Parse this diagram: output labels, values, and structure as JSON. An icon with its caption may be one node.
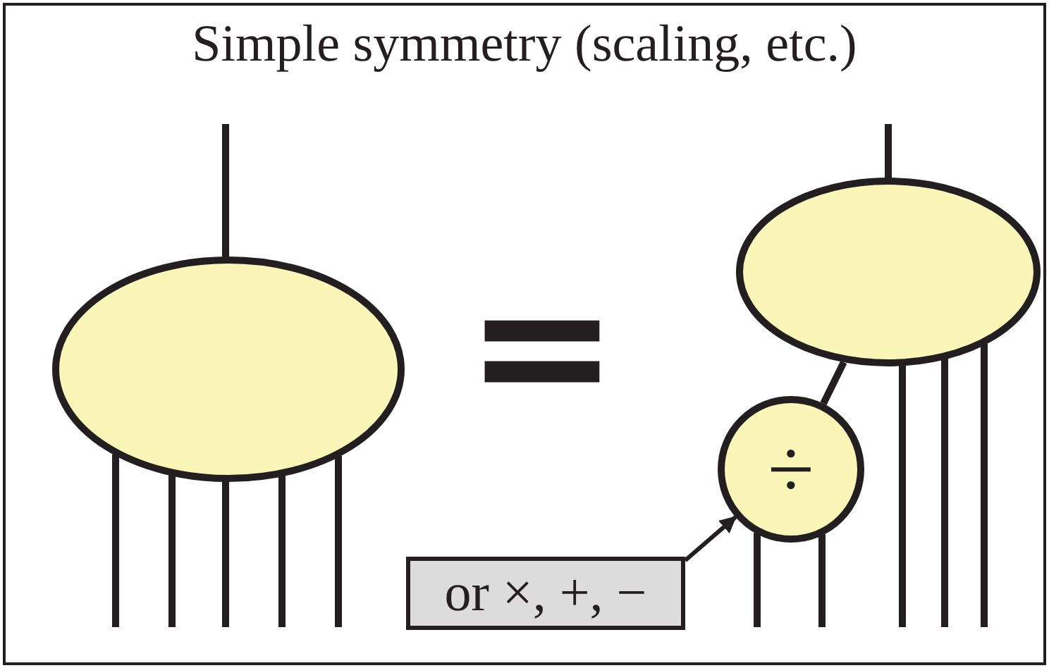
{
  "diagram": {
    "title": "Simple symmetry (scaling, etc.)",
    "nodes": [
      {
        "text": [],
        "shape": "ellipse"
      },
      {
        "text": [],
        "shape": "ellipse"
      },
      {
        "text": [
          "÷"
        ]
      },
      {
        "text": [
          "or ×, +, −"
        ]
      }
    ],
    "edges": [
      {
        "from": 0,
        "to": null,
        "arrow": "none"
      },
      {
        "from": 0,
        "to": null,
        "arrow": "none"
      },
      {
        "from": 0,
        "to": null,
        "arrow": "none"
      },
      {
        "from": 0,
        "to": null,
        "arrow": "none"
      },
      {
        "from": 0,
        "to": null,
        "arrow": "none"
      },
      {
        "from": 0,
        "to": null,
        "arrow": "none"
      },
      {
        "from": 1,
        "to": null,
        "arrow": "none"
      },
      {
        "from": 1,
        "to": 2,
        "arrow": "none"
      },
      {
        "from": 1,
        "to": null,
        "arrow": "none"
      },
      {
        "from": 1,
        "to": null,
        "arrow": "none"
      },
      {
        "from": 1,
        "to": null,
        "arrow": "none"
      },
      {
        "from": 2,
        "to": null,
        "arrow": "none"
      },
      {
        "from": 2,
        "to": null,
        "arrow": "none"
      },
      {
        "from": 3,
        "to": 2,
        "arrow": "to"
      }
    ],
    "labels": [
      "="
    ]
  }
}
